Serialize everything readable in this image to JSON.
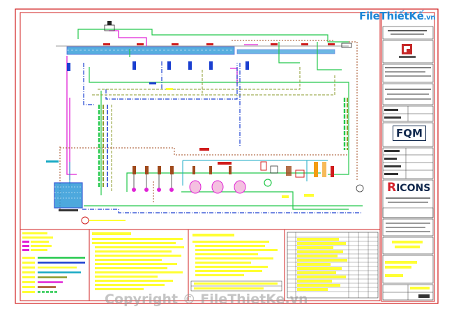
{
  "watermark": {
    "brand_main": "File",
    "brand_name": "ThiếtKế",
    "brand_suffix": ".vn",
    "copyright": "Copyright © FileThietKe.vn"
  },
  "title_block": {
    "logo_fqm": "FQM",
    "logo_ricons_first": "R",
    "logo_ricons_rest": "ICONS"
  },
  "colors": {
    "border": "#d01c1c",
    "pipe_green": "#22c84a",
    "pipe_magenta": "#e022d6",
    "pipe_blue": "#1a3fd0",
    "pipe_olive": "#8a9a2a",
    "pipe_brown": "#a04a1c",
    "pipe_cyan": "#17a9c4",
    "tank_fill": "#2e9ad8",
    "highlight": "#ffff33",
    "logo_navy": "#10284d",
    "watermark_blue": "#1e86d6"
  }
}
